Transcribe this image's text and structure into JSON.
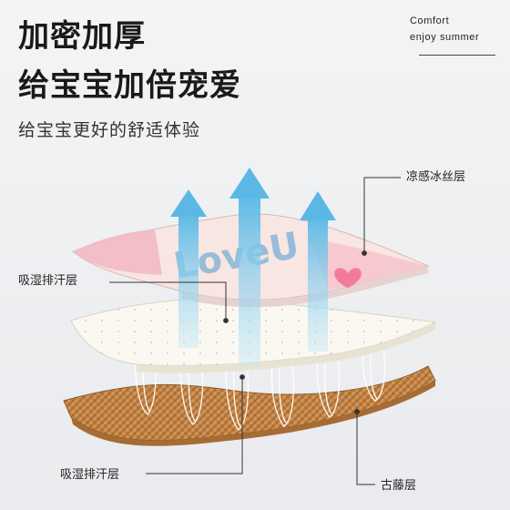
{
  "headline": {
    "line1": "加密加厚",
    "line2": "给宝宝加倍宠爱"
  },
  "subtitle": "给宝宝更好的舒适体验",
  "tagline": {
    "line1": "Comfort",
    "line2": "enjoy summer"
  },
  "layers": {
    "top_right": "凉感冰丝层",
    "mid_left": "吸湿排汗层",
    "bottom_left": "吸湿排汗层",
    "bottom_right": "古藤层"
  },
  "fabric_print_text": "LoveU",
  "colors": {
    "background": "#eef0f2",
    "arrow_blue": "#6fc3e8",
    "cooling_layer_pink": "#f6c9cf",
    "mesh_layer": "#faf7ef",
    "rattan_layer": "#c98a4a",
    "leader_line": "#333333"
  }
}
